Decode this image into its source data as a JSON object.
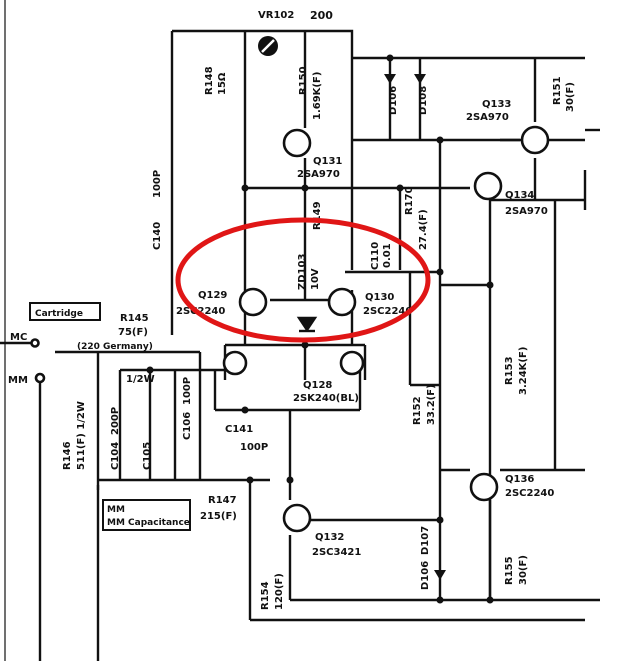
{
  "labels": {
    "vr102": "VR102",
    "v200": "200",
    "r148": "R148",
    "r148_val": "15Ω",
    "r150": "R150",
    "r150_val": "1.69K(F)",
    "d106": "D106",
    "d108": "D108",
    "q133": "Q133",
    "q133_part": "2SA970",
    "r151": "R151",
    "r151_val": "30(F)",
    "q131": "Q131",
    "q131_part": "2SA970",
    "q134": "Q134",
    "q134_part": "2SA970",
    "c140": "C140",
    "c140_val": "100P",
    "r149": "R149",
    "r170": "R170",
    "r170_val": "27.4(F)",
    "c110": "C110",
    "c110_val": "0.01",
    "zd103": "ZD103",
    "zd103_val": "10V",
    "q129": "Q129",
    "q129_part": "2SC2240",
    "q130": "Q130",
    "q130_part": "2SC2240",
    "cartridge": "Cartridge",
    "r145": "R145",
    "r145_val": "75(F)",
    "r145_note": "(220 Germany)",
    "mc": "MC",
    "mm": "MM",
    "half_w": "1/2W",
    "q128": "Q128",
    "q128_part": "2SK240(BL)",
    "r152": "R152",
    "r152_val": "33.2(F)",
    "r153": "R153",
    "r153_val": "3.24K(F)",
    "r146": "R146",
    "r146_val": "511(F) 1/2W",
    "c104": "C104",
    "c104_val": "200P",
    "c105": "C105",
    "c106": "C106",
    "c106_val": "100P",
    "c141": "C141",
    "c141_val": "100P",
    "q136": "Q136",
    "q136_part": "2SC2240",
    "mm_capacitance": "MM Capacitance",
    "r147": "R147",
    "r147_val": "215(F)",
    "q132": "Q132",
    "q132_part": "2SC3421",
    "r154": "R154",
    "r154_val": "120(F)",
    "d106b": "D106",
    "d107": "D107",
    "r155": "R155",
    "r155_val": "30(F)"
  },
  "colors": {
    "ink": "#111111",
    "highlight": "#e01616",
    "paper": "#ffffff"
  }
}
